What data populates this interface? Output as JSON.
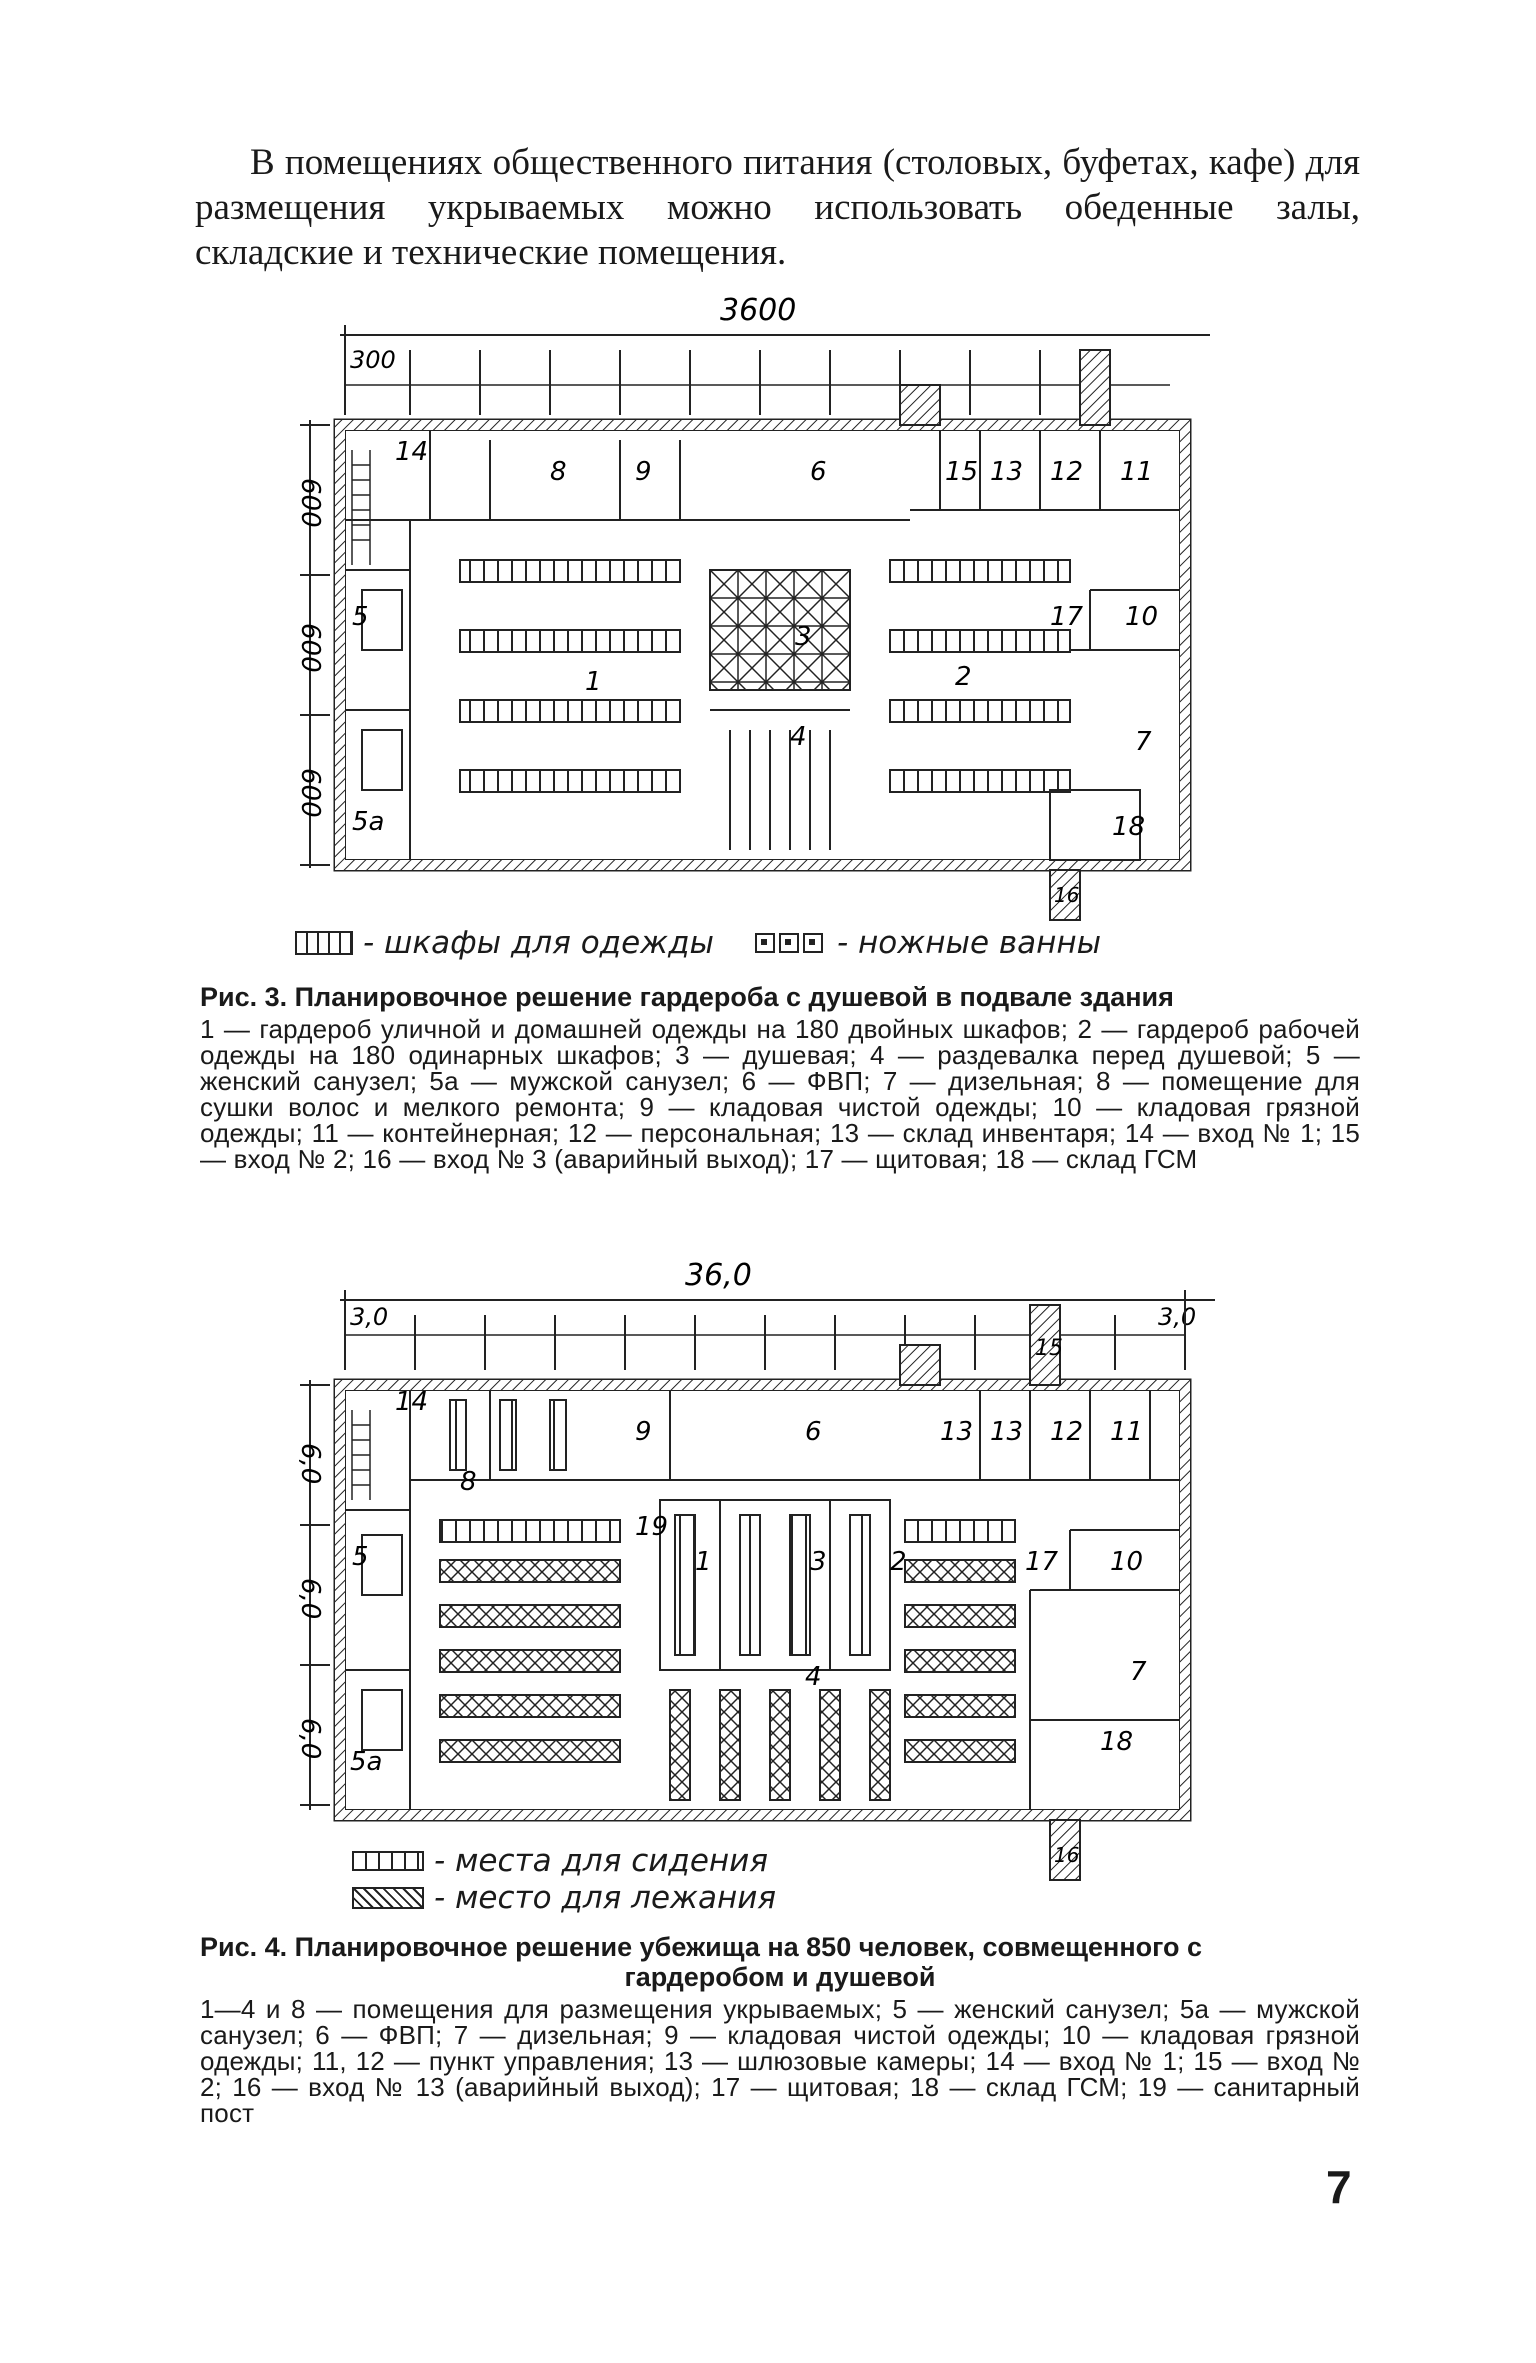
{
  "intro": "В помещениях общественного питания (столовых, буфетах, кафе) для размещения укрываемых можно использовать обеденные залы, складские и технические помещения.",
  "fig3": {
    "dim_total": "3600",
    "dim_bay": "300",
    "dim_rows": [
      "600",
      "600",
      "600"
    ],
    "rooms": [
      "14",
      "8",
      "9",
      "6",
      "15",
      "13",
      "12",
      "11",
      "5",
      "1",
      "3",
      "2",
      "17",
      "10",
      "4",
      "7",
      "5а",
      "18",
      "16"
    ],
    "legend_closets": "- шкафы для одежды",
    "legend_baths": "- ножные ванны",
    "caption_title": "Рис. 3. Планировочное решение гардероба с душевой в подвале здания",
    "caption_text": "1 — гардероб уличной и домашней одежды на 180 двойных шкафов; 2 — гардероб рабочей одежды на 180 одинарных шкафов; 3 — душевая; 4 — раздевалка перед душевой; 5 — женский санузел; 5а — мужской санузел; 6 — ФВП; 7 — дизельная; 8 — помещение для сушки волос и мелкого ремонта; 9 — кладовая чистой одежды; 10 — кладовая грязной одежды; 11 — контейнерная; 12 — персональная; 13 — склад инвентаря; 14 — вход № 1; 15 — вход № 2; 16 — вход № 3 (аварийный выход); 17 — щитовая; 18 — склад ГСМ"
  },
  "fig4": {
    "dim_total": "36,0",
    "dim_bay_left": "3,0",
    "dim_bay_right": "3,0",
    "dim_rows": [
      "6,0",
      "6,0",
      "6,0"
    ],
    "rooms": [
      "14",
      "8",
      "9",
      "6",
      "13",
      "13",
      "15",
      "12",
      "11",
      "19",
      "5",
      "1",
      "3",
      "2",
      "17",
      "10",
      "4",
      "7",
      "5а",
      "18",
      "16"
    ],
    "legend_seats": "- места для сидения",
    "legend_lying": "- место для лежания",
    "caption_title_1": "Рис. 4. Планировочное решение убежища на 850 человек, совмещенного с",
    "caption_title_2": "гардеробом и душевой",
    "caption_text": "1—4 и 8 — помещения для размещения укрываемых; 5 — женский санузел; 5а — мужской санузел; 6 — ФВП; 7 — дизельная; 9 — кладовая чистой одежды; 10 — кладовая грязной одежды; 11, 12 — пункт управления; 13 — шлюзовые камеры; 14 — вход № 1; 15 — вход № 2; 16 — вход № 13 (аварийный выход); 17 — щитовая; 18 — склад ГСМ; 19 — санитарный пост"
  },
  "page_number": "7"
}
